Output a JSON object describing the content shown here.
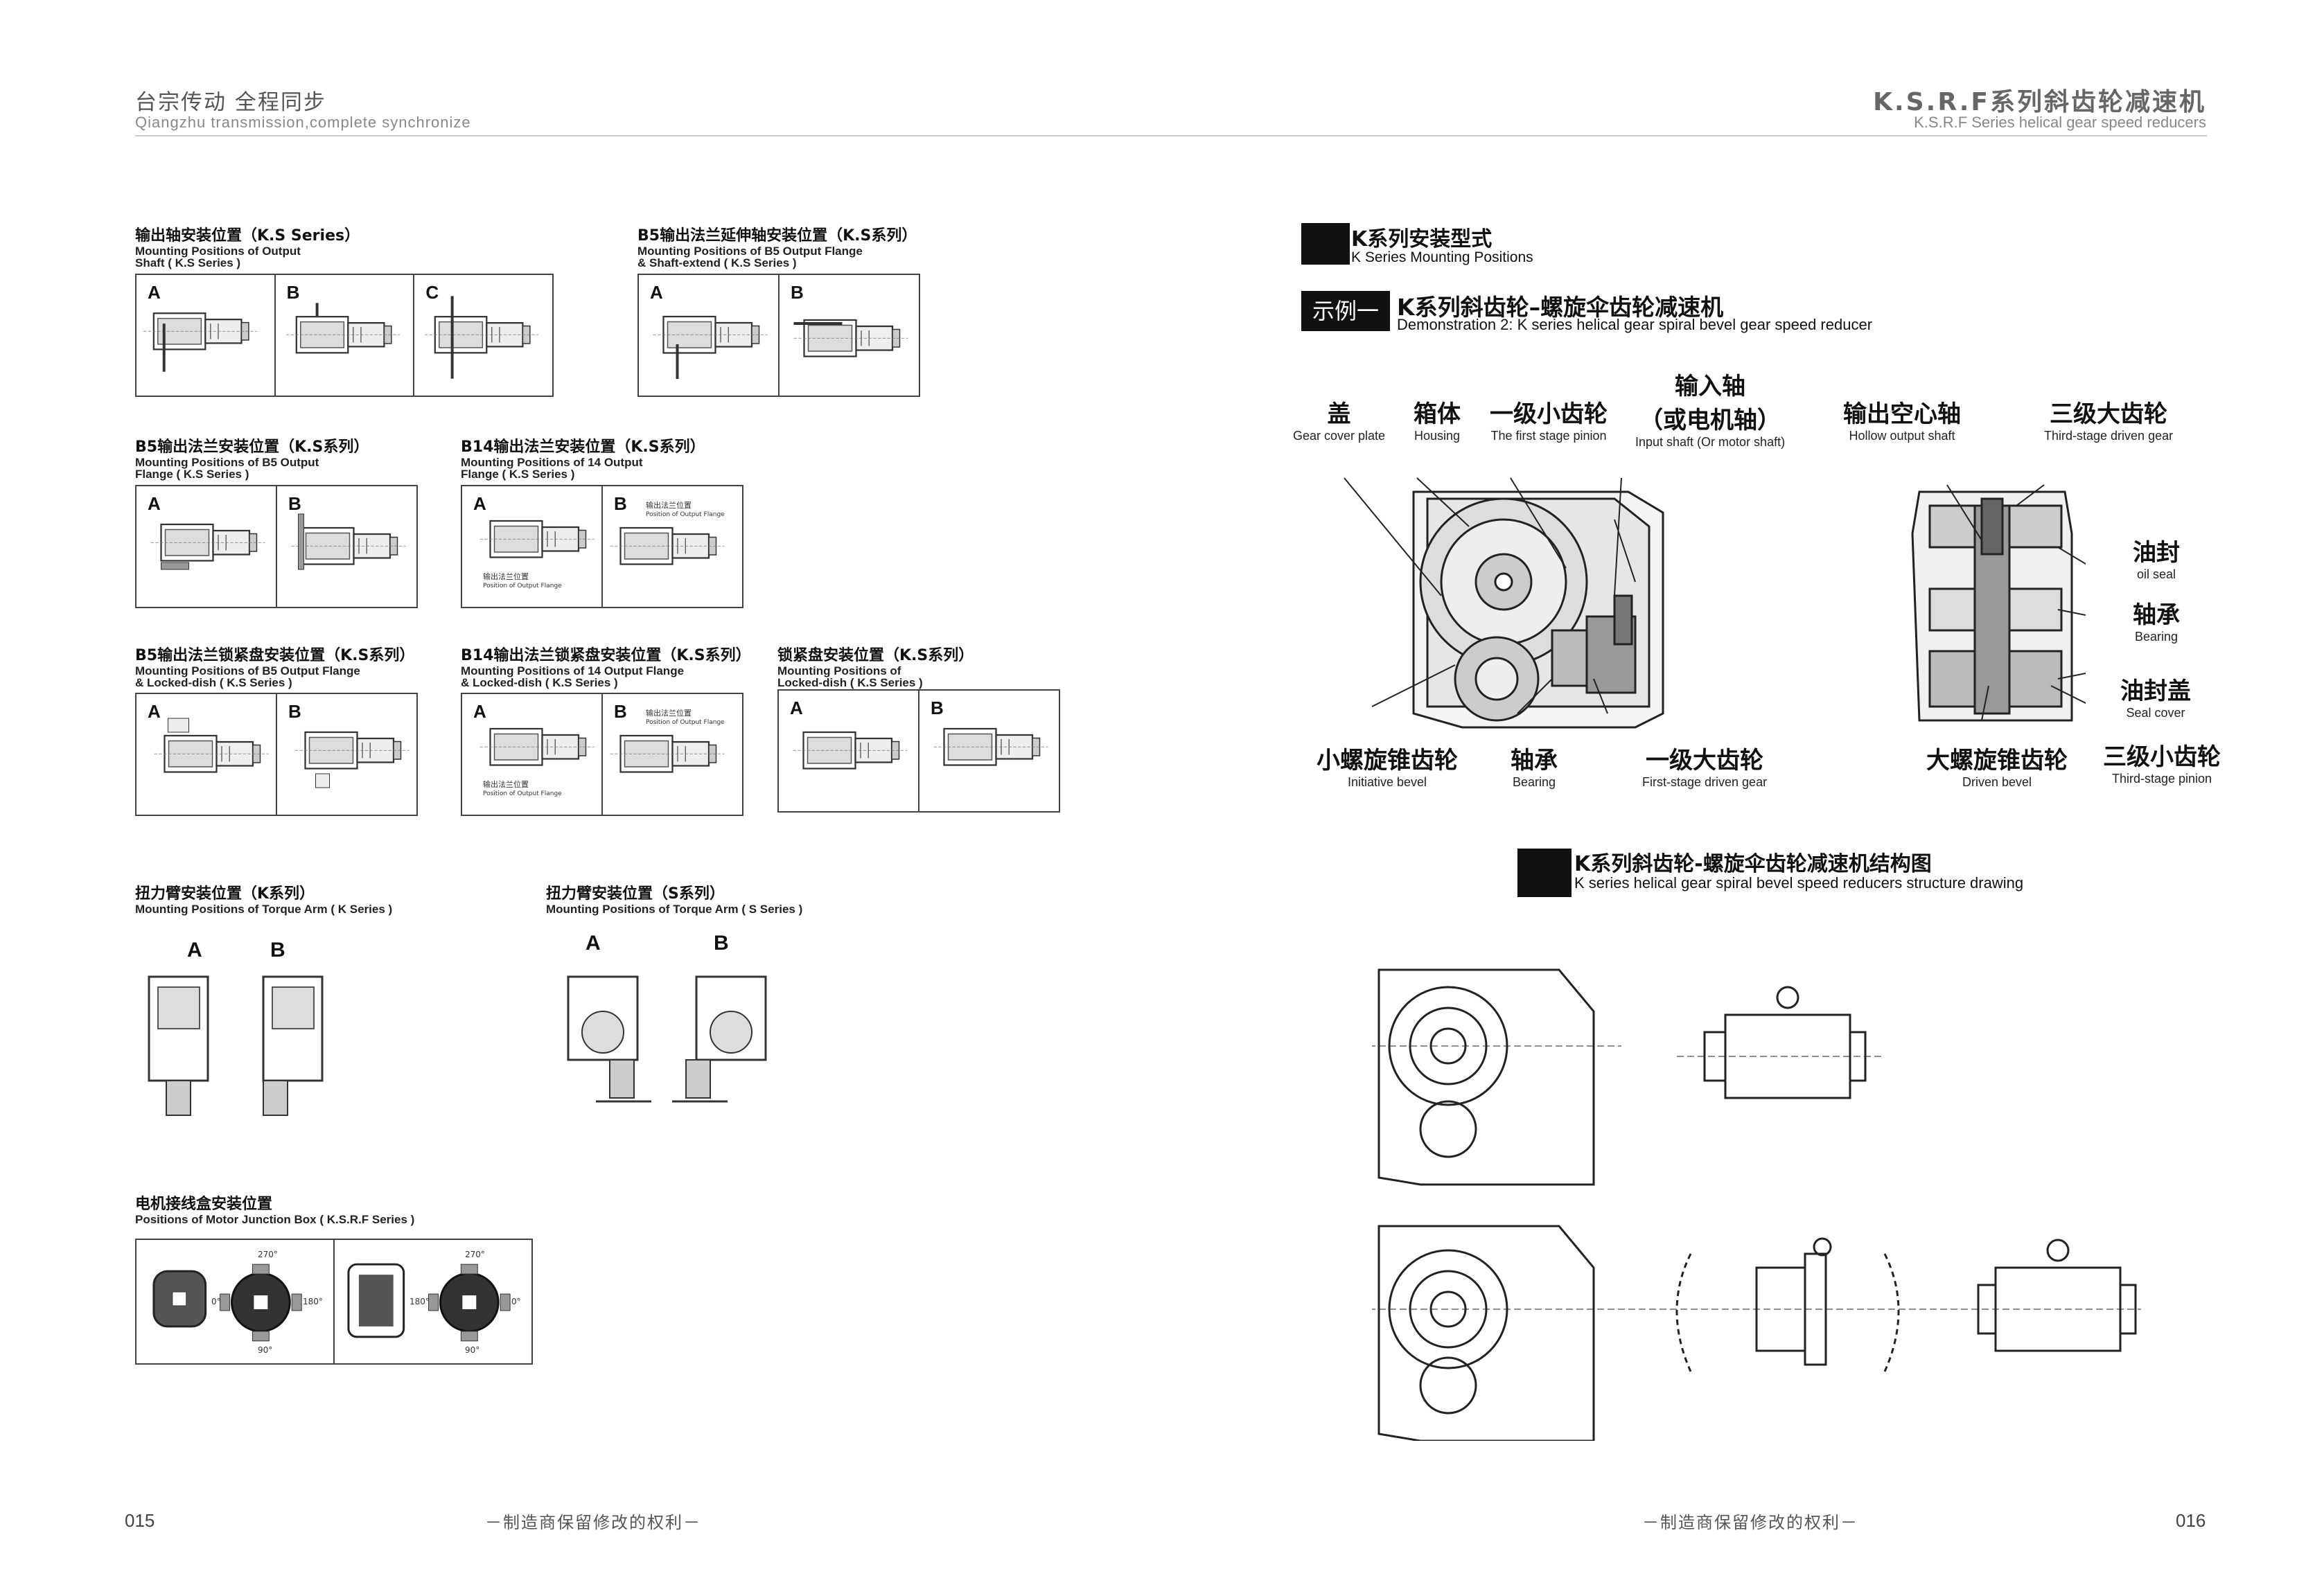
{
  "header": {
    "left_cn": "台宗传动  全程同步",
    "left_en": "Qiangzhu transmission,complete synchronize",
    "right_cn": "K.S.R.F系列斜齿轮减速机",
    "right_en": "K.S.R.F Series helical gear speed reducers"
  },
  "left_page": {
    "sections": [
      {
        "id": "output-shaft",
        "cn": "输出轴安装位置（K.S Series）",
        "en1": "Mounting Positions of Output",
        "en2": "Shaft ( K.S Series )",
        "panels": [
          "A",
          "B",
          "C"
        ]
      },
      {
        "id": "b5-shaft-extend",
        "cn": "B5输出法兰延伸轴安装位置（K.S系列）",
        "en1": "Mounting Positions of B5 Output Flange",
        "en2": "& Shaft-extend ( K.S Series )",
        "panels": [
          "A",
          "B"
        ]
      },
      {
        "id": "b5-flange",
        "cn": "B5输出法兰安装位置（K.S系列）",
        "en1": "Mounting Positions of B5 Output",
        "en2": "Flange ( K.S Series )",
        "panels": [
          "A",
          "B"
        ]
      },
      {
        "id": "b14-flange",
        "cn": "B14输出法兰安装位置（K.S系列）",
        "en1": "Mounting Positions of 14 Output",
        "en2": "Flange ( K.S Series )",
        "panels": [
          "A",
          "B"
        ]
      },
      {
        "id": "b5-locked",
        "cn": "B5输出法兰锁紧盘安装位置（K.S系列）",
        "en1": "Mounting Positions of B5 Output Flange",
        "en2": "& Locked-dish ( K.S Series )",
        "panels": [
          "A",
          "B"
        ]
      },
      {
        "id": "b14-locked",
        "cn": "B14输出法兰锁紧盘安装位置（K.S系列）",
        "en1": "Mounting Positions of 14 Output Flange",
        "en2": "& Locked-dish ( K.S Series )",
        "panels": [
          "A",
          "B"
        ]
      },
      {
        "id": "locked-dish",
        "cn": "锁紧盘安装位置（K.S系列）",
        "en1": "Mounting Positions of",
        "en2": "Locked-dish ( K.S Series )",
        "panels": [
          "A",
          "B"
        ]
      },
      {
        "id": "torque-k",
        "cn": "扭力臂安装位置（K系列）",
        "en1": "Mounting Positions of Torque Arm ( K Series )",
        "panels": [
          "A",
          "B"
        ]
      },
      {
        "id": "torque-s",
        "cn": "扭力臂安装位置（S系列）",
        "en1": "Mounting Positions of Torque Arm ( S Series )",
        "panels": [
          "A",
          "B"
        ]
      },
      {
        "id": "junction",
        "cn": "电机接线盒安装位置",
        "en1": "Positions of Motor Junction Box ( K.S.R.F Series )"
      }
    ],
    "flange_note_cn": "输出法兰位置",
    "flange_note_en": "Position of Output Flange",
    "angles": {
      "a270": "270°",
      "a0": "0°",
      "a180": "180°",
      "a90": "90°"
    }
  },
  "right_page": {
    "positions_title_cn": "K系列安装型式",
    "positions_title_en": "K Series Mounting Positions",
    "demo_badge": "示例一",
    "demo_title_cn": "K系列斜齿轮–螺旋伞齿轮减速机",
    "demo_title_en": "Demonstration 2:  K series helical gear spiral bevel gear speed reducer",
    "labels": {
      "cover_cn": "盖",
      "cover_en": "Gear cover plate",
      "housing_cn": "箱体",
      "housing_en": "Housing",
      "first_pinion_cn": "一级小齿轮",
      "first_pinion_en": "The first stage pinion",
      "input_cn1": "输入轴",
      "input_cn2": "（或电机轴）",
      "input_en": "Input shaft (Or motor shaft)",
      "hollow_cn": "输出空心轴",
      "hollow_en": "Hollow output shaft",
      "third_driven_cn": "三级大齿轮",
      "third_driven_en": "Third-stage driven gear",
      "oil_seal_cn": "油封",
      "oil_seal_en": "oil seal",
      "bearing_r_cn": "轴承",
      "bearing_r_en": "Bearing",
      "seal_cover_cn": "油封盖",
      "seal_cover_en": "Seal cover",
      "init_bevel_cn": "小螺旋锥齿轮",
      "init_bevel_en": "Initiative bevel",
      "bearing_cn": "轴承",
      "bearing_en": "Bearing",
      "first_driven_cn": "一级大齿轮",
      "first_driven_en": "First-stage driven gear",
      "driven_bevel_cn": "大螺旋锥齿轮",
      "driven_bevel_en": "Driven bevel",
      "third_pinion_cn": "三级小齿轮",
      "third_pinion_en": "Third-stage pinion"
    },
    "structure_title_cn": "K系列斜齿轮-螺旋伞齿轮减速机结构图",
    "structure_title_en": "K series helical gear spiral bevel  speed reducers structure drawing"
  },
  "footer": {
    "left_page_no": "015",
    "right_page_no": "016",
    "notice_left": "－制造商保留修改的权利－",
    "notice_right": "－制造商保留修改的权利－"
  }
}
